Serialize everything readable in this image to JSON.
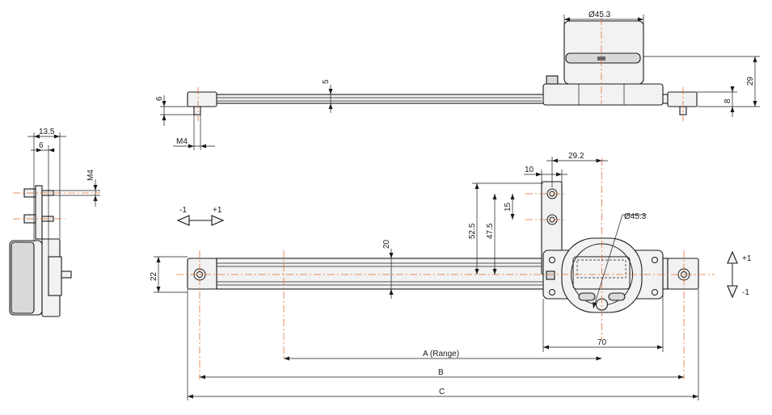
{
  "top_view": {
    "dim_diameter": "Ø45.3",
    "dim_29": "29",
    "dim_8": "8",
    "dim_5": "5",
    "dim_6": "6",
    "dim_m4": "M4"
  },
  "side_view": {
    "dim_13_5": "13.5",
    "dim_6": "6",
    "dim_m4": "M4"
  },
  "front_view": {
    "dim_29_2": "29.2",
    "dim_10": "10",
    "dim_15": "15",
    "dim_52_5": "52.5",
    "dim_47_5": "47.5",
    "dim_diameter": "Ø45.3",
    "dim_20": "20",
    "dim_22": "22",
    "dim_70": "70",
    "dim_a": "A (Range)",
    "dim_b": "B",
    "dim_c": "C",
    "dir_left": "-1",
    "dir_right": "+1",
    "dir_up": "+1",
    "dir_down": "-1"
  }
}
